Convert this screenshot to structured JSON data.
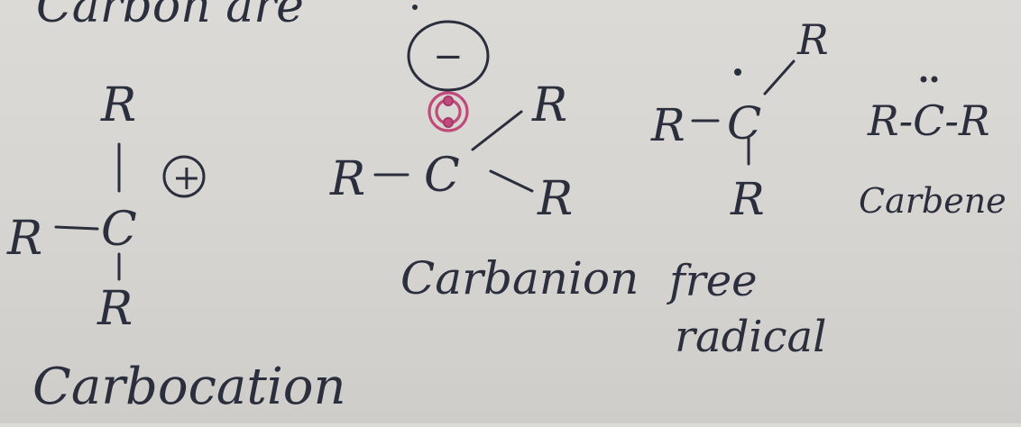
{
  "heading_fragment": "Carbon are",
  "structures": {
    "carbocation": {
      "top_substituent": "R",
      "left_substituent": "R",
      "bottom_substituent": "R",
      "center": "C",
      "charge": "+",
      "label": "Carbocation"
    },
    "carbanion": {
      "left_substituent": "R",
      "center": "C",
      "upper_substituent": "R",
      "lower_substituent": "R",
      "charge": "−",
      "label": "Carbanion"
    },
    "free_radical": {
      "left_substituent": "R",
      "center": "C",
      "upper_substituent": "R",
      "bottom_substituent": "R",
      "label_line1": "free",
      "label_line2": "radical"
    },
    "carbene": {
      "formula": "R-C-R",
      "label": "Carbene"
    }
  }
}
